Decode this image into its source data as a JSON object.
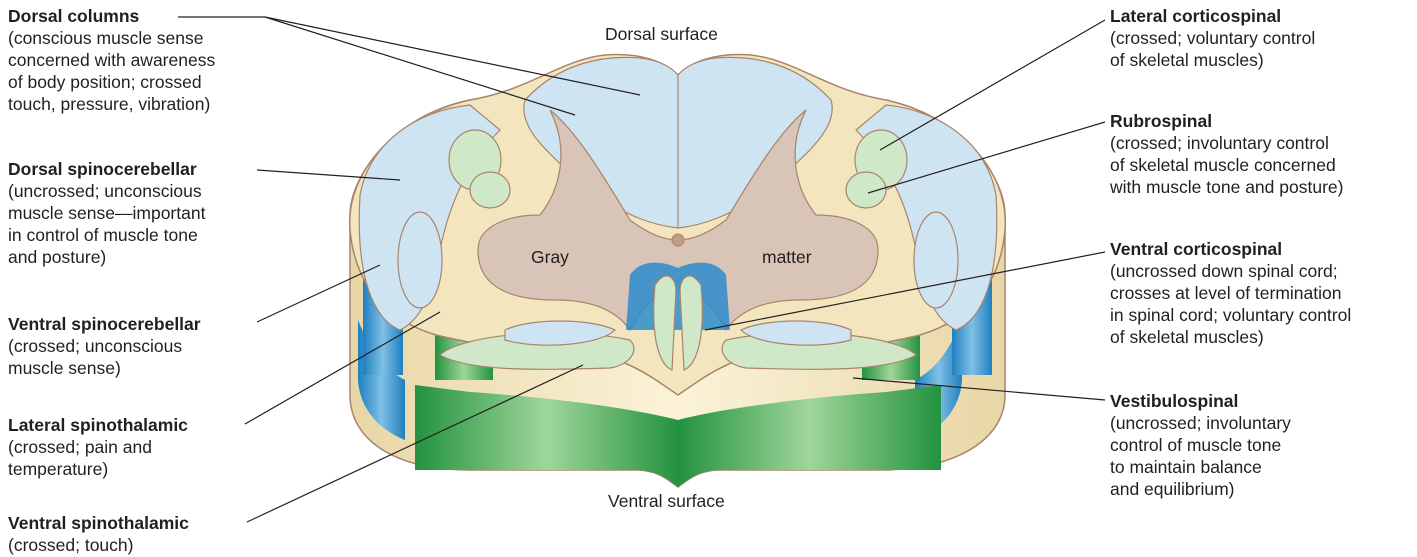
{
  "surfaces": {
    "dorsal": "Dorsal surface",
    "ventral": "Ventral surface"
  },
  "gray_matter": {
    "left_word": "Gray",
    "right_word": "matter"
  },
  "left_labels": {
    "dorsal_columns": {
      "title": "Dorsal columns",
      "desc": "(conscious muscle sense\nconcerned with awareness\nof body position; crossed\ntouch, pressure, vibration)"
    },
    "dorsal_spinocerebellar": {
      "title": "Dorsal spinocerebellar",
      "desc": "(uncrossed; unconscious\nmuscle sense—important\nin control of muscle tone\nand posture)"
    },
    "ventral_spinocerebellar": {
      "title": "Ventral spinocerebellar",
      "desc": "(crossed; unconscious\nmuscle sense)"
    },
    "lateral_spinothalamic": {
      "title": "Lateral spinothalamic",
      "desc": "(crossed; pain and\ntemperature)"
    },
    "ventral_spinothalamic": {
      "title": "Ventral spinothalamic",
      "desc": "(crossed; touch)"
    }
  },
  "right_labels": {
    "lateral_corticospinal": {
      "title": "Lateral corticospinal",
      "desc": "(crossed; voluntary control\nof skeletal muscles)"
    },
    "rubrospinal": {
      "title": "Rubrospinal",
      "desc": "(crossed; involuntary control\nof skeletal muscle concerned\nwith muscle tone and posture)"
    },
    "ventral_corticospinal": {
      "title": "Ventral corticospinal",
      "desc": "(uncrossed down spinal cord;\ncrosses at level of termination\nin spinal cord; voluntary control\nof skeletal muscles)"
    },
    "vestibulospinal": {
      "title": "Vestibulospinal",
      "desc": "(uncrossed; involuntary\ncontrol of muscle tone\nto maintain balance\nand equilibrium)"
    }
  },
  "colors": {
    "sensory_tract": "#cfe4f3",
    "sensory_side": "#2b8ccb",
    "motor_tract": "#cfe8c8",
    "motor_side": "#2e9e4a",
    "gray_matter": "#d9c4b8",
    "outline": "#a8846a",
    "cream": "#f3e6bf",
    "leader_line": "#231f20"
  }
}
